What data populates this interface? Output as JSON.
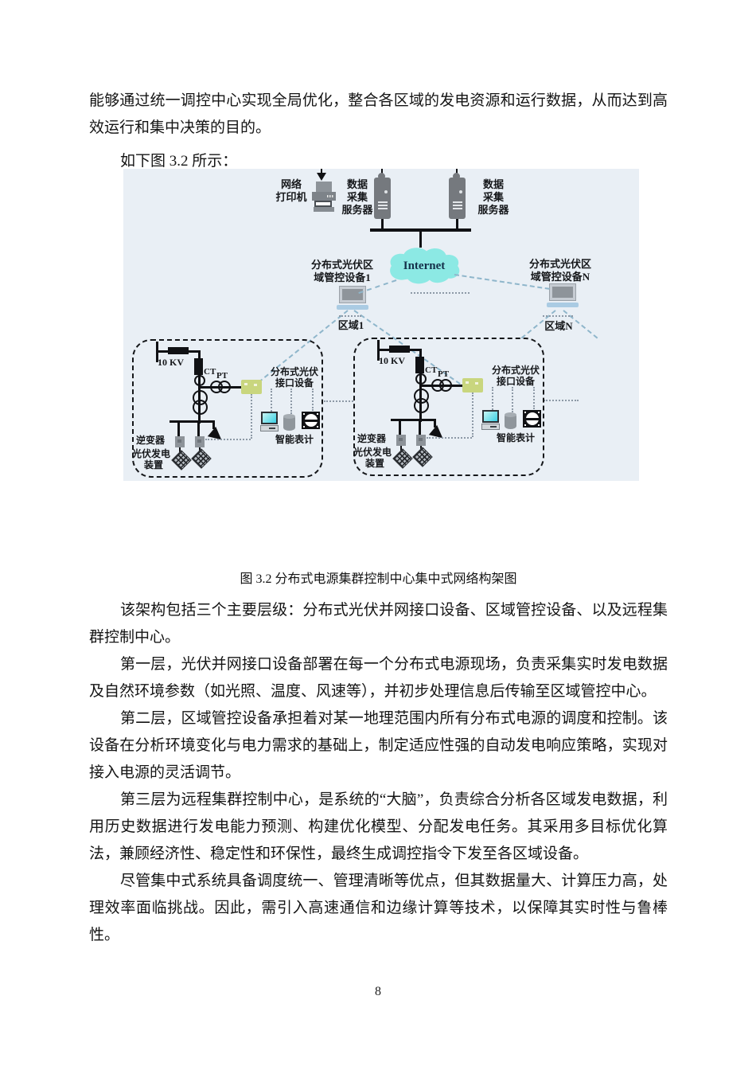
{
  "content": {
    "intro_paragraph": "能够通过统一调控中心实现全局优化，整合各区域的发电资源和运行数据，从而达到高效运行和集中决策的目的。",
    "figure_ref": "如下图 3.2 所示：",
    "figure_caption": "图 3.2 分布式电源集群控制中心集中式网络构架图",
    "paragraphs": [
      "该架构包括三个主要层级：分布式光伏并网接口设备、区域管控设备、以及远程集群控制中心。",
      "第一层，光伏并网接口设备部署在每一个分布式电源现场，负责采集实时发电数据及自然环境参数（如光照、温度、风速等），并初步处理信息后传输至区域管控中心。",
      "第二层，区域管控设备承担着对某一地理范围内所有分布式电源的调度和控制。该设备在分析环境变化与电力需求的基础上，制定适应性强的自动发电响应策略，实现对接入电源的灵活调节。",
      "第三层为远程集群控制中心，是系统的“大脑”，负责综合分析各区域发电数据，利用历史数据进行发电能力预测、构建优化模型、分配发电任务。其采用多目标优化算法，兼顾经济性、稳定性和环保性，最终生成调控指令下发至各区域设备。",
      "尽管集中式系统具备调度统一、管理清晰等优点，但其数据量大、计算压力高，处理效率面临挑战。因此，需引入高速通信和边缘计算等技术，以保障其实时性与鲁棒性。"
    ],
    "page_number": "8"
  },
  "figure": {
    "printer_label": "网络\n打印机",
    "server_label": "数据\n采集\n服务器",
    "internet_label": "Internet",
    "controller1_label": "分布式光伏区\n域管控设备1",
    "controllerN_label": "分布式光伏区\n域管控设备N",
    "region1_label": "区域1",
    "regionN_label": "区域N",
    "unit": {
      "kv_label": "10 KV",
      "ct_label": "CT",
      "pt_label": "PT",
      "interface_label": "分布式光伏\n接口设备",
      "meter_label": "智能表计",
      "inverter_label": "逆变器",
      "pv_label_line1": "光伏发电",
      "pv_label_line2": "装置"
    },
    "colors": {
      "figure_background": "#e9eff5",
      "cloud": "#8ce9e4",
      "interface_device": "#c9d67e",
      "computer_screen": "#3bcfe4",
      "dashed_link": "#8fb6cb",
      "dotted_link": "#8d99a6",
      "circuit": "#101114"
    }
  }
}
